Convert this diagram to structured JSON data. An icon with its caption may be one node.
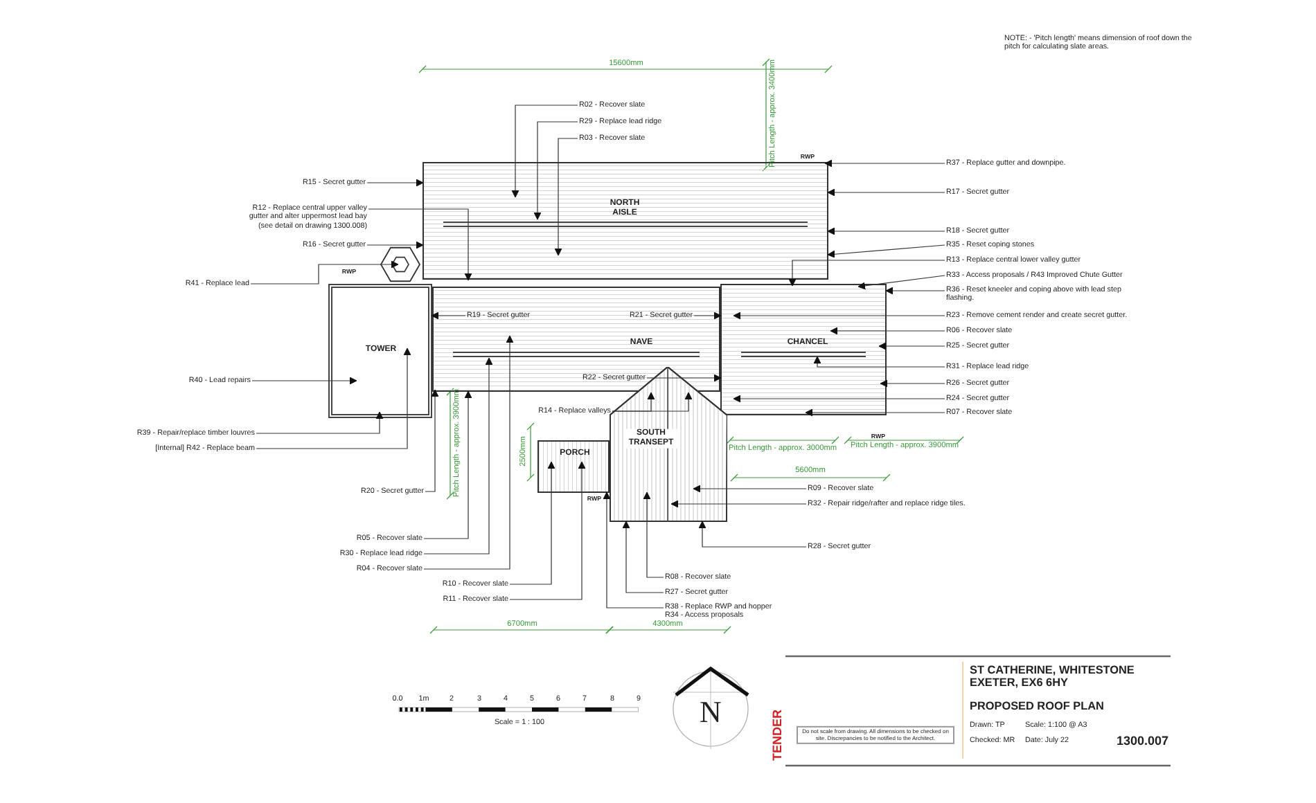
{
  "diagram": {
    "nodes": [
      {
        "text": [
          "NORTH AISLE"
        ]
      },
      {
        "text": [
          "TOWER"
        ]
      },
      {
        "text": [
          "NAVE"
        ]
      },
      {
        "text": [
          "CHANCEL"
        ]
      },
      {
        "text": [
          "PORCH"
        ]
      },
      {
        "text": [
          "SOUTH TRANSEPT"
        ]
      },
      {
        "text": [
          "R02 - Recover slate"
        ]
      },
      {
        "text": [
          "R29 - Replace lead ridge"
        ]
      },
      {
        "text": [
          "R03 - Recover slate"
        ]
      },
      {
        "text": [
          "R15 - Secret gutter"
        ]
      },
      {
        "text": [
          "R12 - Replace central upper valley gutter and alter uppermost lead bay (see detail on drawing 1300.008)"
        ]
      },
      {
        "text": [
          "R16 - Secret gutter"
        ]
      },
      {
        "text": [
          "R41 - Replace lead"
        ]
      },
      {
        "text": [
          "R19 - Secret gutter"
        ],
        "in": 2
      },
      {
        "text": [
          "R21 - Secret gutter"
        ],
        "in": 2
      },
      {
        "text": [
          "R40 - Lead repairs"
        ]
      },
      {
        "text": [
          "R22 - Secret gutter"
        ],
        "in": 2
      },
      {
        "text": [
          "R14 - Replace valleys"
        ]
      },
      {
        "text": [
          "R39 - Repair/replace timber louvres"
        ]
      },
      {
        "text": [
          "[Internal] R42 - Replace beam"
        ]
      },
      {
        "text": [
          "R20 - Secret gutter"
        ]
      },
      {
        "text": [
          "R05 - Recover slate"
        ]
      },
      {
        "text": [
          "R30 - Replace lead ridge"
        ]
      },
      {
        "text": [
          "R04 - Recover slate"
        ]
      },
      {
        "text": [
          "R10 - Recover slate"
        ]
      },
      {
        "text": [
          "R11 - Recover slate"
        ]
      },
      {
        "text": [
          "R08 - Recover slate"
        ]
      },
      {
        "text": [
          "R27 - Secret gutter"
        ]
      },
      {
        "text": [
          "R38 - Replace RWP and hopper",
          "R34 - Access proposals"
        ]
      },
      {
        "text": [
          "R37 - Replace gutter and downpipe."
        ]
      },
      {
        "text": [
          "R17 - Secret gutter"
        ]
      },
      {
        "text": [
          "R18 - Secret gutter"
        ]
      },
      {
        "text": [
          "R35 - Reset coping stones"
        ]
      },
      {
        "text": [
          "R13 - Replace central lower valley gutter"
        ]
      },
      {
        "text": [
          "R33 - Access proposals / R43 Improved Chute Gutter"
        ]
      },
      {
        "text": [
          "R36 - Reset kneeler and coping above with lead step flashing."
        ]
      },
      {
        "text": [
          "R23 - Remove cement render and create secret gutter."
        ]
      },
      {
        "text": [
          "R06 - Recover slate"
        ]
      },
      {
        "text": [
          "R25 - Secret gutter"
        ]
      },
      {
        "text": [
          "R31 - Replace lead ridge"
        ]
      },
      {
        "text": [
          "R26 - Secret gutter"
        ]
      },
      {
        "text": [
          "R24 - Secret gutter"
        ]
      },
      {
        "text": [
          "R07 - Recover slate"
        ]
      },
      {
        "text": [
          "R09 - Recover slate"
        ]
      },
      {
        "text": [
          "R32 - Repair ridge/rafter and replace ridge tiles."
        ]
      },
      {
        "text": [
          "R28 - Secret gutter"
        ]
      },
      {
        "text": [],
        "shape": "hexagon"
      }
    ],
    "edges": [
      {
        "from": 6,
        "to": 0,
        "arrow": "to"
      },
      {
        "from": 7,
        "to": 0,
        "arrow": "to"
      },
      {
        "from": 8,
        "to": 0,
        "arrow": "to"
      },
      {
        "from": 9,
        "to": 0,
        "arrow": "to"
      },
      {
        "from": 10,
        "to": 0,
        "arrow": "to"
      },
      {
        "from": 11,
        "to": 0,
        "arrow": "to"
      },
      {
        "from": 12,
        "to": 46,
        "arrow": "to"
      },
      {
        "from": 13,
        "to": 1,
        "arrow": "to"
      },
      {
        "from": 14,
        "to": 3,
        "arrow": "to"
      },
      {
        "from": 15,
        "to": 1,
        "arrow": "to"
      },
      {
        "from": 16,
        "to": 3,
        "arrow": "to"
      },
      {
        "from": 17,
        "to": 5,
        "arrow": "to"
      },
      {
        "from": 17,
        "to": 5,
        "arrow": "to"
      },
      {
        "from": 18,
        "to": 1,
        "arrow": "to"
      },
      {
        "from": 19,
        "to": 1,
        "arrow": "to"
      },
      {
        "from": 20,
        "to": 2,
        "arrow": "to"
      },
      {
        "from": 21,
        "to": 2,
        "arrow": "to"
      },
      {
        "from": 22,
        "to": 2,
        "arrow": "to"
      },
      {
        "from": 23,
        "to": 2,
        "arrow": "to"
      },
      {
        "from": 24,
        "to": 4,
        "arrow": "to"
      },
      {
        "from": 25,
        "to": 4,
        "arrow": "to"
      },
      {
        "from": 26,
        "to": 5,
        "arrow": "to"
      },
      {
        "from": 27,
        "to": 5,
        "arrow": "to"
      },
      {
        "from": 28,
        "to": 4,
        "arrow": "to"
      },
      {
        "from": 29,
        "to": 0,
        "arrow": "to"
      },
      {
        "from": 30,
        "to": 0,
        "arrow": "to"
      },
      {
        "from": 31,
        "to": 0,
        "arrow": "to"
      },
      {
        "from": 32,
        "to": 0,
        "arrow": "to"
      },
      {
        "from": 33,
        "to": 3,
        "arrow": "to"
      },
      {
        "from": 34,
        "to": 3,
        "arrow": "to"
      },
      {
        "from": 35,
        "to": 3,
        "arrow": "to"
      },
      {
        "from": 36,
        "to": 3,
        "arrow": "to"
      },
      {
        "from": 37,
        "to": 3,
        "arrow": "to"
      },
      {
        "from": 38,
        "to": 3,
        "arrow": "to"
      },
      {
        "from": 39,
        "to": 3,
        "arrow": "to"
      },
      {
        "from": 40,
        "to": 3,
        "arrow": "to"
      },
      {
        "from": 41,
        "to": 3,
        "arrow": "to"
      },
      {
        "from": 42,
        "to": 3,
        "arrow": "to"
      },
      {
        "from": 43,
        "to": 5,
        "arrow": "to"
      },
      {
        "from": 44,
        "to": 5,
        "arrow": "to"
      },
      {
        "from": 45,
        "to": 5,
        "arrow": "to"
      }
    ],
    "labels": [
      "NOTE: - 'Pitch length' means dimension of roof down the pitch for calculating slate areas.",
      "15600mm",
      "Pitch Length - approx. 3400mm",
      "RWP",
      "RWP",
      "Pitch Length - approx. 3900mm",
      "2500mm",
      "Pitch Length - approx. 3000mm",
      "Pitch Length - approx. 3900mm",
      "RWP",
      "RWP",
      "5600mm",
      "6700mm",
      "4300mm",
      "0.0",
      "1m",
      "2",
      "3",
      "4",
      "5",
      "6",
      "7",
      "8",
      "9",
      "Scale = 1 : 100",
      "N",
      "TENDER",
      "Do not scale from drawing. All dimensions to be checked on site. Discrepancies to be notified to the Architect.",
      "ST CATHERINE, WHITESTONE EXETER, EX6 6HY",
      "PROPOSED ROOF PLAN",
      "Drawn: TP",
      "Scale: 1:100 @ A3",
      "Checked: MR",
      "Date: July 22",
      "1300.007"
    ]
  }
}
